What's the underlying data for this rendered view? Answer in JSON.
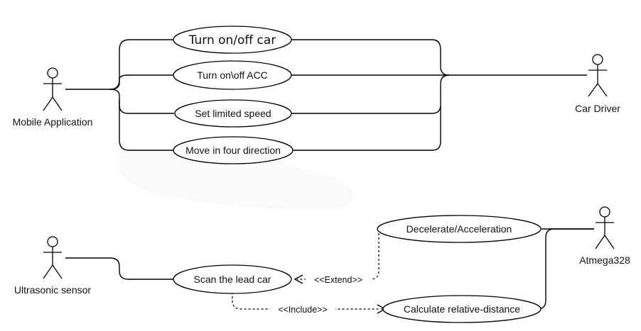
{
  "actors": {
    "mobile_app": "Mobile Application",
    "car_driver": "Car Driver",
    "ultrasonic": "Ultrasonic sensor",
    "atmega": "Atmega328"
  },
  "use_cases": {
    "turn_on_off_car": "Turn on/off car",
    "turn_on_off_acc": "Turn on\\off ACC",
    "set_limited_speed": "Set limited speed",
    "move_four_direction": "Move in four direction",
    "decelerate": "Decelerate/Acceleration",
    "scan_lead_car": "Scan the lead car",
    "calc_distance": "Calculate relative-distance"
  },
  "relations": {
    "extend": "<<Extend>>",
    "include": "<<Include>>"
  }
}
